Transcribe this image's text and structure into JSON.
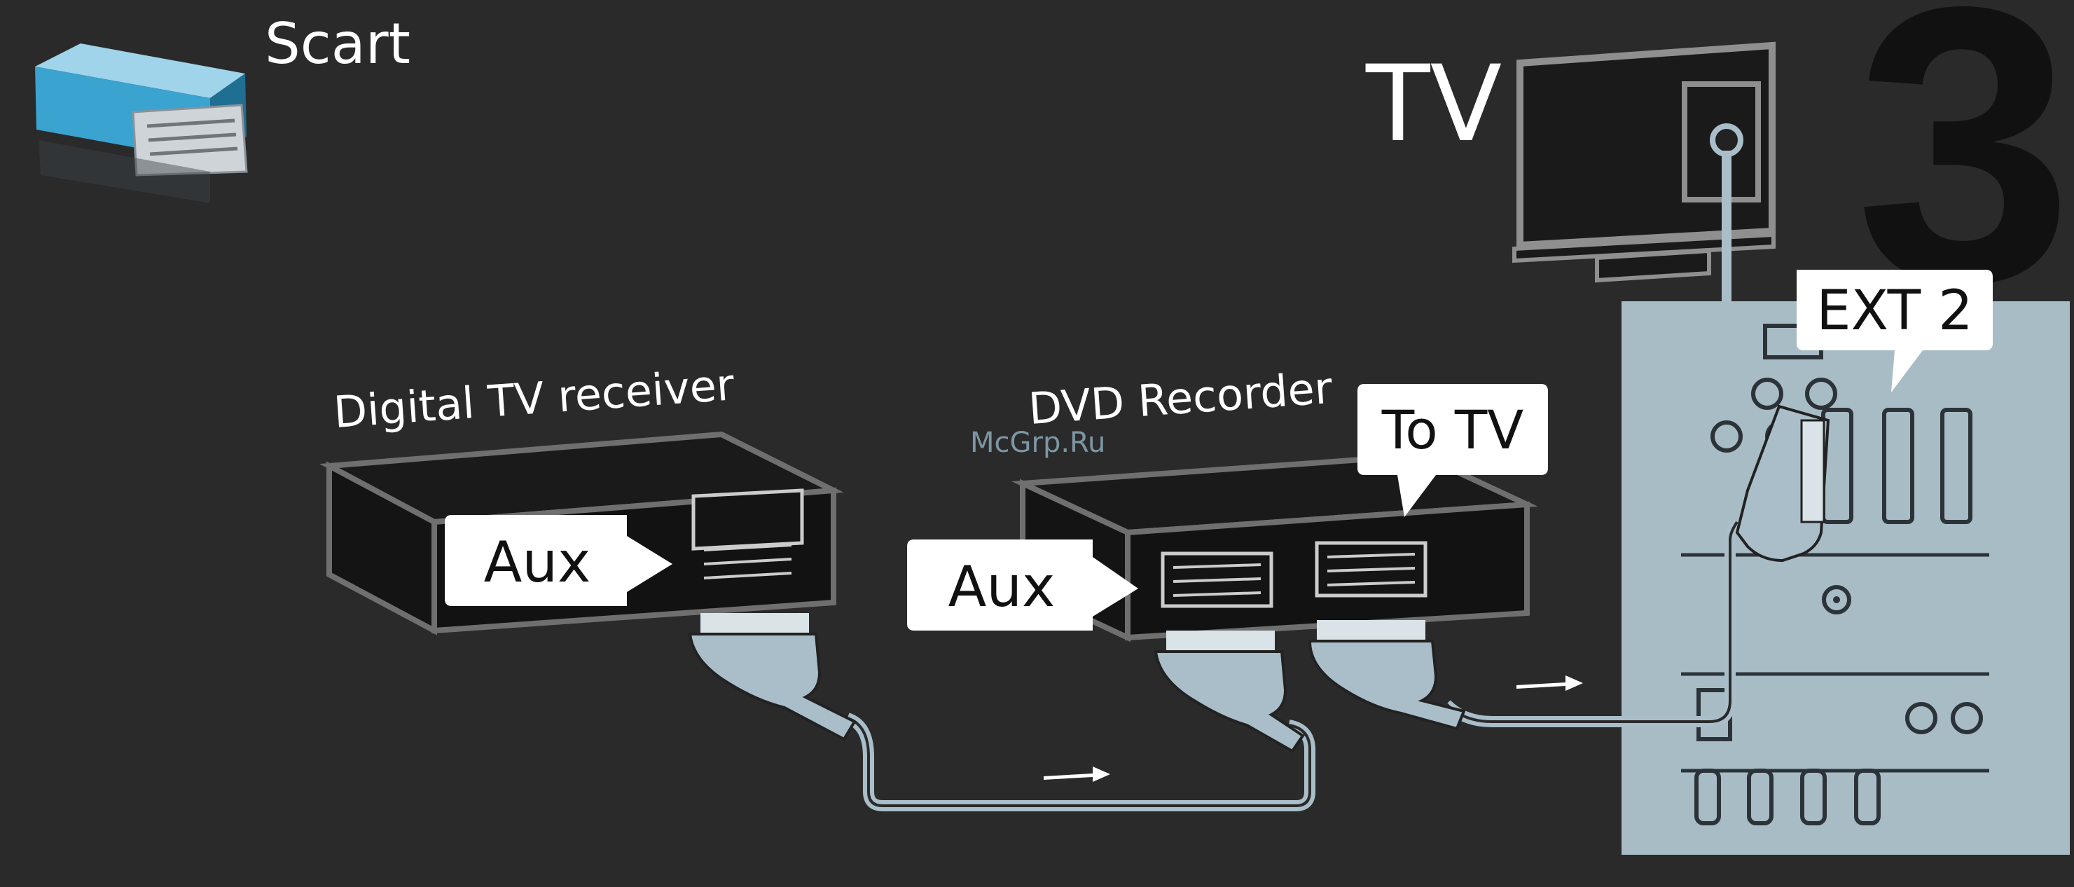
{
  "labels": {
    "scart": "Scart",
    "tv": "TV",
    "step_number": "3",
    "ext2": "EXT 2",
    "digital_tv_receiver": "Digital TV receiver",
    "dvd_recorder": "DVD Recorder",
    "to_tv": "To TV",
    "aux_receiver": "Aux",
    "aux_dvd": "Aux",
    "watermark": "McGrp.Ru"
  },
  "colors": {
    "background": "#2a2a2a",
    "device_body": "#141414",
    "device_outline": "#6f6f6f",
    "cable": "#a9bec9",
    "tv_panel": "#a8bcc6",
    "callout": "#ffffff",
    "step_number": "#111111"
  },
  "icons": [
    "scart-plug-icon",
    "tv-icon",
    "arrow-right-icon"
  ]
}
